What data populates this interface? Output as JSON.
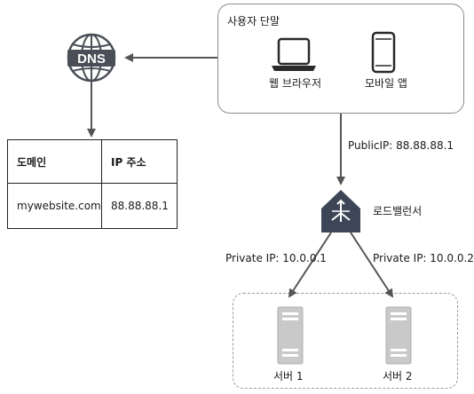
{
  "dns": {
    "icon_label": "DNS",
    "table": {
      "headers": [
        "도메인",
        "IP 주소"
      ],
      "rows": [
        [
          "mywebsite.com",
          "88.88.88.1"
        ]
      ]
    }
  },
  "clients": {
    "title": "사용자 단말",
    "web_browser": "웹 브라우저",
    "mobile_app": "모바일 앱"
  },
  "edges": {
    "public_ip": "PublicIP: 88.88.88.1",
    "private_ip_1": "Private IP: 10.0.0.1",
    "private_ip_2": "Private IP: 10.0.0.2"
  },
  "load_balancer": {
    "label": "로드밸런서"
  },
  "servers": [
    "서버 1",
    "서버 2"
  ],
  "colors": {
    "dns_icon": "#4a4f57",
    "load_balancer": "#3d4657",
    "server": "#c9c9c9",
    "arrow": "#555555"
  }
}
